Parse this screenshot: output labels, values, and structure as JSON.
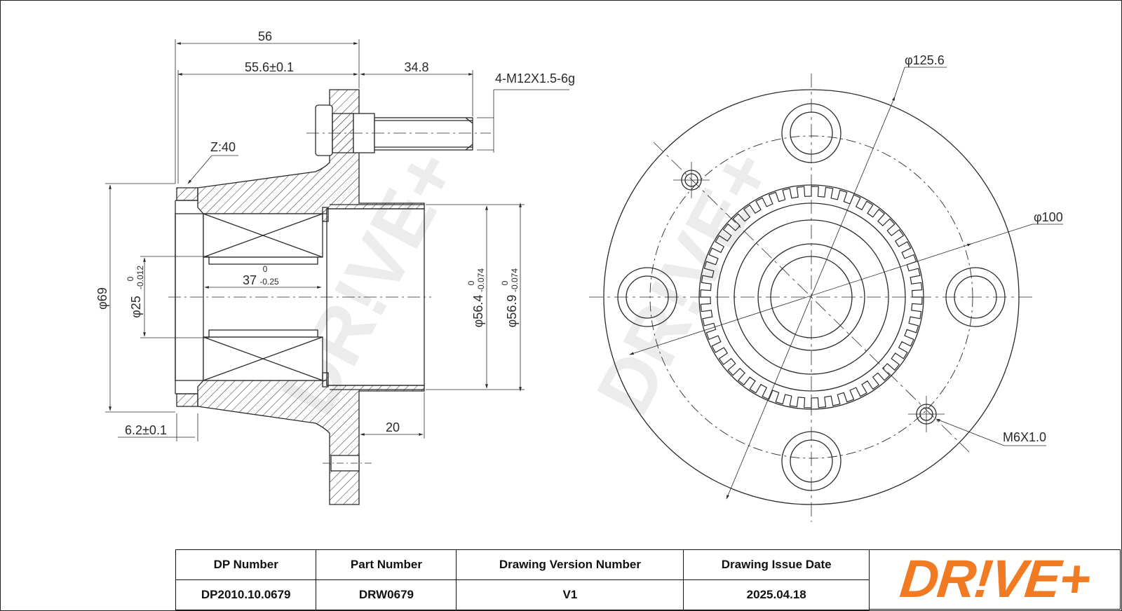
{
  "dimensions": {
    "overall_length": "56",
    "flange_to_end": "55.6±0.1",
    "stud_length": "34.8",
    "stud_thread": "4-M12X1.5-6g",
    "chamfer": "Z:40",
    "diameter_69": "φ69",
    "diameter_25": "φ25",
    "diameter_25_tol_upper": "0",
    "diameter_25_tol_lower": "-0.012",
    "bearing_width": "37",
    "bearing_width_tol_upper": "0",
    "bearing_width_tol_lower": "-0.25",
    "diameter_56_4": "φ56.4",
    "diameter_56_4_tol_upper": "0",
    "diameter_56_4_tol_lower": "-0.074",
    "diameter_56_9": "φ56.9",
    "diameter_56_9_tol_upper": "0",
    "diameter_56_9_tol_lower": "-0.074",
    "flange_offset": "6.2±0.1",
    "spigot_length": "20",
    "pcd": "φ125.6",
    "abs_ring_diameter": "φ100",
    "screw_thread": "M6X1.0"
  },
  "title_block": {
    "headers": [
      "DP Number",
      "Part Number",
      "Drawing Version Number",
      "Drawing Issue Date"
    ],
    "values": [
      "DP2010.10.0679",
      "DRW0679",
      "V1",
      "2025.04.18"
    ]
  },
  "logo_text": "DR!VE+",
  "watermark_text": "DR!VE+",
  "colors": {
    "logo": "#f07b22",
    "lines": "#2a2a2a",
    "watermark": "#e6e6e6"
  }
}
